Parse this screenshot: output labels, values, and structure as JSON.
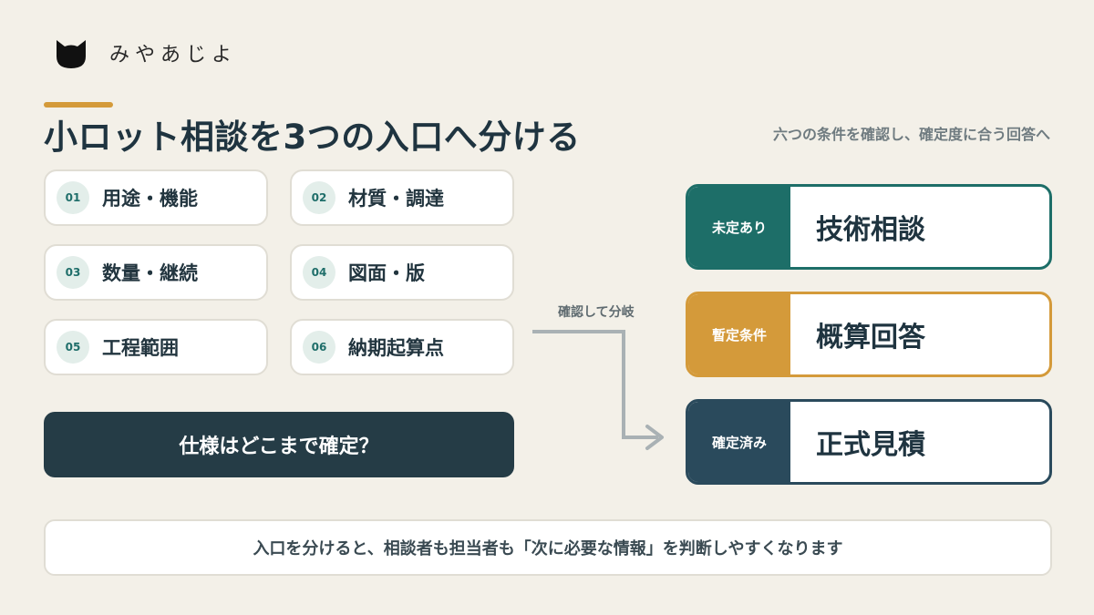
{
  "brand": {
    "name": "みやあじよ",
    "icon": "cat-head-icon"
  },
  "header": {
    "title": "小ロット相談を3つの入口へ分ける",
    "subtitle": "六つの条件を確認し、確定度に合う回答へ"
  },
  "conditions": [
    {
      "num": "01",
      "label": "用途・機能"
    },
    {
      "num": "02",
      "label": "材質・調達"
    },
    {
      "num": "03",
      "label": "数量・継続"
    },
    {
      "num": "04",
      "label": "図面・版"
    },
    {
      "num": "05",
      "label": "工程範囲"
    },
    {
      "num": "06",
      "label": "納期起算点"
    }
  ],
  "question": "仕様はどこまで確定？",
  "branch_label": "確認して分岐",
  "outcomes": [
    {
      "tag": "未定あり",
      "result": "技術相談",
      "color": "#1d6e68"
    },
    {
      "tag": "暫定条件",
      "result": "概算回答",
      "color": "#d49a3a"
    },
    {
      "tag": "確定済み",
      "result": "正式見積",
      "color": "#2a4a5c"
    }
  ],
  "footer": "入口を分けると、相談者も担当者も「次に必要な情報」を判断しやすくなります",
  "colors": {
    "background": "#f3f0e8",
    "accent": "#d49a3a",
    "dark": "#253c46",
    "connector": "#a9b1b4"
  }
}
